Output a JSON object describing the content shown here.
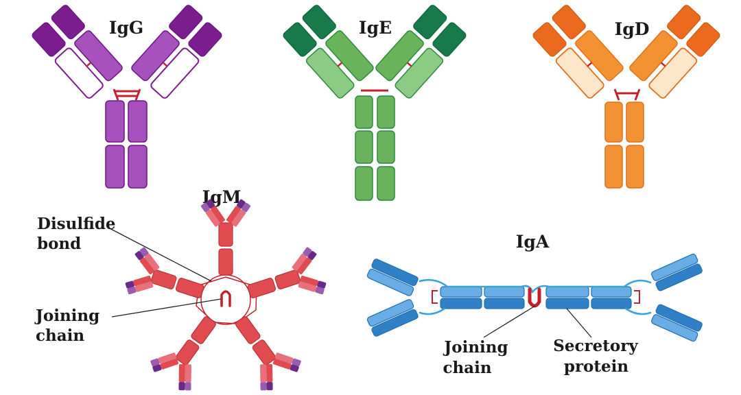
{
  "igg": {
    "title": "IgG"
  },
  "ige": {
    "title": "IgE"
  },
  "igd": {
    "title": "IgD"
  },
  "igm": {
    "title": "IgM",
    "disulfide_line1": "Disulfide",
    "disulfide_line2": "bond",
    "joining_line1": "Joining",
    "joining_line2": "chain"
  },
  "iga": {
    "title": "IgA",
    "joining_line1": "Joining",
    "joining_line2": "chain",
    "secretory_line1": "Secretory",
    "secretory_line2": "protein"
  },
  "colors": {
    "igg": {
      "dark": "#7b1d8e",
      "mid": "#a651bd",
      "light": "#b877c8",
      "edge": "#6a1780",
      "hinge": "#c4202b"
    },
    "ige": {
      "dark": "#167a4b",
      "mid": "#69b45b",
      "light": "#8ccb84",
      "edge": "#2c8a3f",
      "hinge": "#c4202b"
    },
    "igd": {
      "dark": "#ec6a1e",
      "mid": "#f39232",
      "light": "#fde6c9",
      "edge": "#e2701d",
      "hinge": "#c4202b"
    },
    "igm": {
      "heavy": "#e04b4f",
      "light": "#e8707a",
      "tipDark": "#6a2a8a",
      "tipMid": "#9a5bb0",
      "edge": "#b8323a",
      "ring": "#c4202b"
    },
    "iga": {
      "dark": "#2f80c6",
      "light": "#69ade6",
      "edge": "#1f6fb2",
      "joining": "#c4202b",
      "secretory": "#3aa4d8"
    }
  }
}
